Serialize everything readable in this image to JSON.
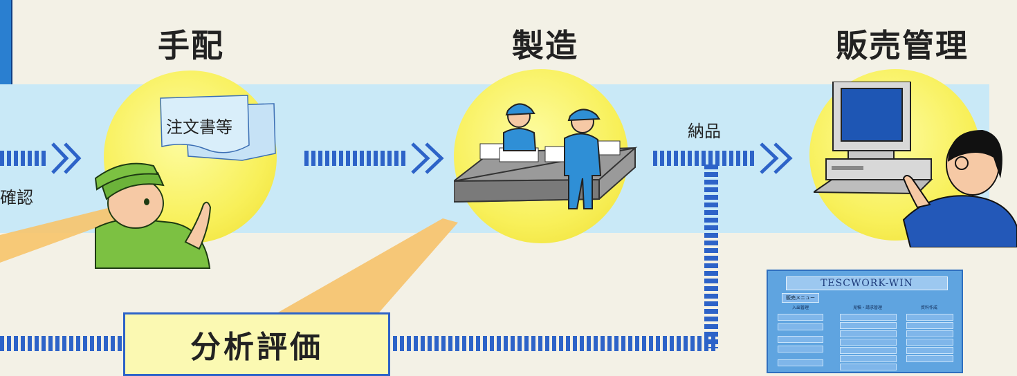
{
  "stages": [
    {
      "title": "手配",
      "note": "注文書等"
    },
    {
      "title": "製造"
    },
    {
      "title": "販売管理"
    }
  ],
  "flow_labels": {
    "left_partial": "確認",
    "delivery": "納品"
  },
  "analysis": {
    "label": "分析評価"
  },
  "screen": {
    "title": "TESCWORK-WIN",
    "tab": "販売メニュー",
    "headers": [
      "入出管理",
      "見積・請求管理",
      "資料作成"
    ]
  },
  "colors": {
    "band": "#c9e9f7",
    "circle": "#f8f05a",
    "arrow": "#2d63c8",
    "analysis_bg": "#fbf9b2",
    "worker_green": "#7cc142",
    "worker_blue": "#2f8fd6"
  }
}
